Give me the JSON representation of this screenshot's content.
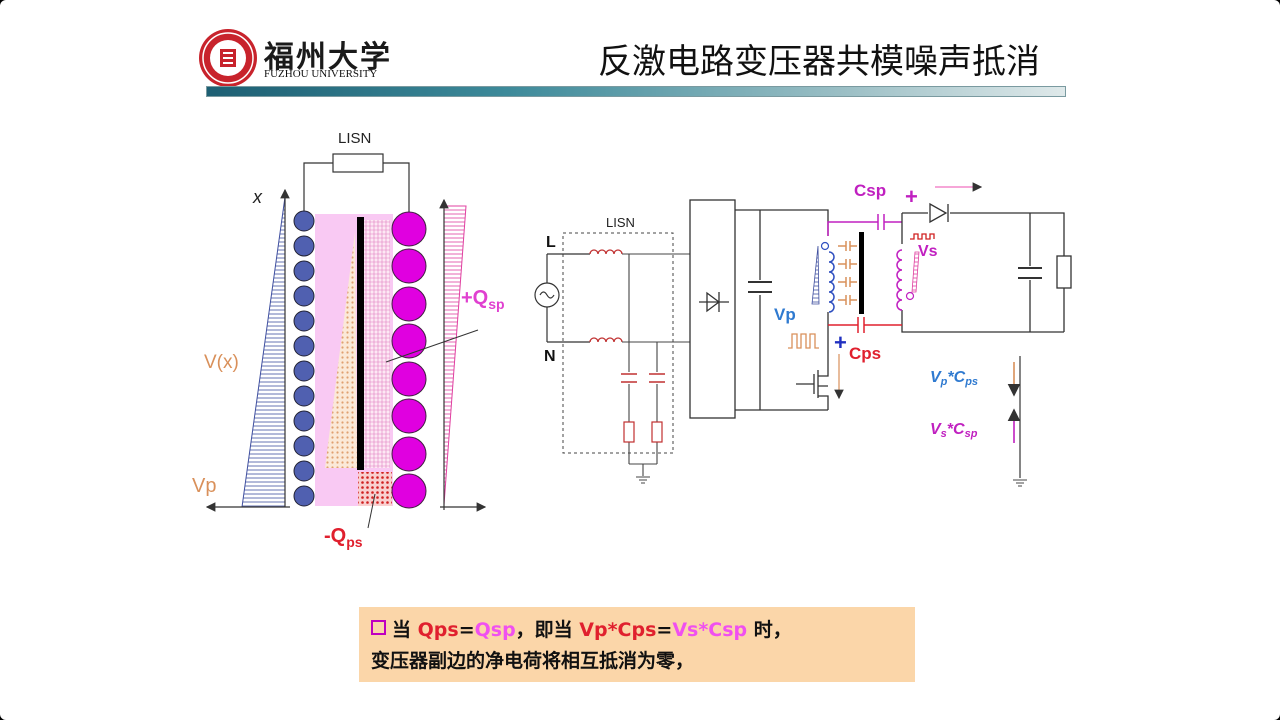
{
  "header": {
    "logo_cn": "福州大学",
    "logo_en": "FUZHOU UNIVERSITY",
    "title": "反激电路变压器共模噪声抵消"
  },
  "left_diagram": {
    "lisn": "LISN",
    "x_axis": "x",
    "vx": "V(x)",
    "vp": "Vp",
    "qsp": "+Q",
    "qsp_sub": "sp",
    "qps": "-Q",
    "qps_sub": "ps"
  },
  "right_diagram": {
    "lisn": "LISN",
    "L": "L",
    "N": "N",
    "csp": "Csp",
    "plus_top": "+",
    "vs": "Vs",
    "vp": "Vp",
    "plus_bottom": "+",
    "cps": "Cps",
    "vpcps_a": "V",
    "vpcps_b": "p",
    "vpcps_c": "*C",
    "vpcps_d": "ps",
    "vscsp_a": "V",
    "vscsp_b": "s",
    "vscsp_c": "*C",
    "vscsp_d": "sp"
  },
  "note": {
    "l1_a": "当 ",
    "l1_b": "Qps",
    "l1_c": "=",
    "l1_d": "Qsp",
    "l1_e": "，即当 ",
    "l1_f": "Vp*Cps",
    "l1_g": "=",
    "l1_h": "Vs*Csp",
    "l1_i": " 时，",
    "l2": "变压器副边的净电荷将相互抵消为零，"
  },
  "colors": {
    "blue_dot": "#5060b0",
    "magenta": "#e000e0",
    "orange": "#d9905a",
    "red": "#e0202e",
    "blue_label": "#2f7ad0",
    "purple_label": "#c020c0"
  }
}
